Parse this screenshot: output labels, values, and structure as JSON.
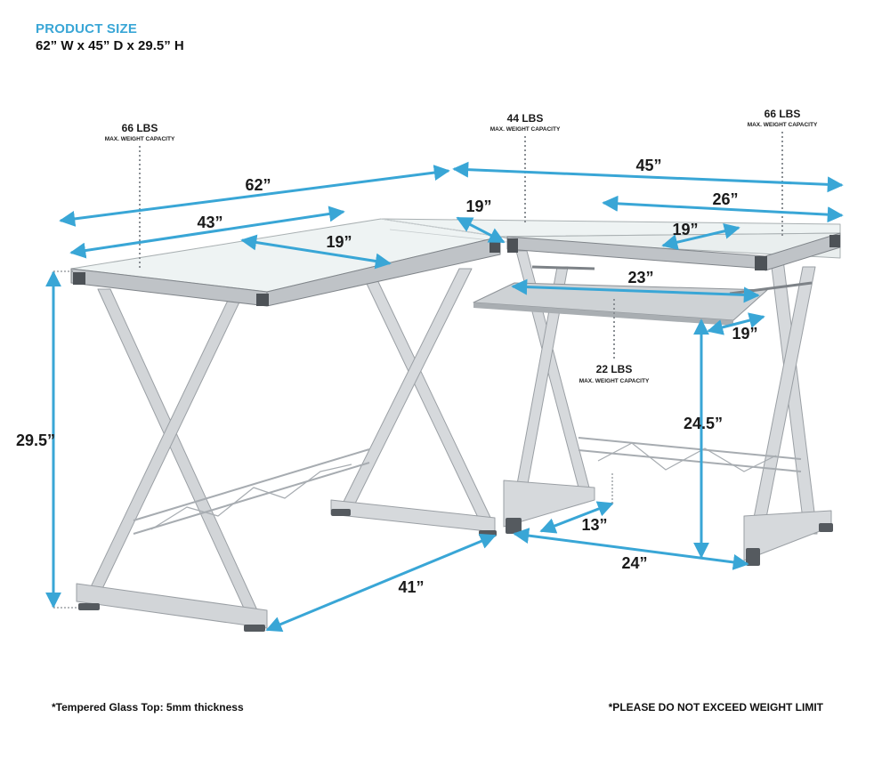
{
  "header": {
    "title": "PRODUCT SIZE",
    "dimensions": "62” W x 45” D x 29.5” H"
  },
  "dimensions": {
    "width_62": "62”",
    "depth_45": "45”",
    "return_26": "26”",
    "top_43": "43”",
    "top_depth_19_left": "19”",
    "corner_19": "19”",
    "right_top_depth_19": "19”",
    "tray_width_23": "23”",
    "tray_depth_19": "19”",
    "height_29_5": "29.5”",
    "tray_height_24_5": "24.5”",
    "base_41": "41”",
    "base_13": "13”",
    "base_24": "24”"
  },
  "weights": {
    "left_top": {
      "lbs": "66 LBS",
      "caption": "MAX. WEIGHT CAPACITY"
    },
    "corner": {
      "lbs": "44 LBS",
      "caption": "MAX. WEIGHT CAPACITY"
    },
    "right_top": {
      "lbs": "66 LBS",
      "caption": "MAX. WEIGHT CAPACITY"
    },
    "keyboard_tray": {
      "lbs": "22 LBS",
      "caption": "MAX. WEIGHT CAPACITY"
    }
  },
  "notes": {
    "glass": "*Tempered Glass Top: 5mm thickness",
    "warning": "*PLEASE DO NOT EXCEED WEIGHT LIMIT"
  },
  "colors": {
    "accent": "#39a6d6",
    "frame": "#c9cdd1",
    "glass": "#eef3f3"
  }
}
